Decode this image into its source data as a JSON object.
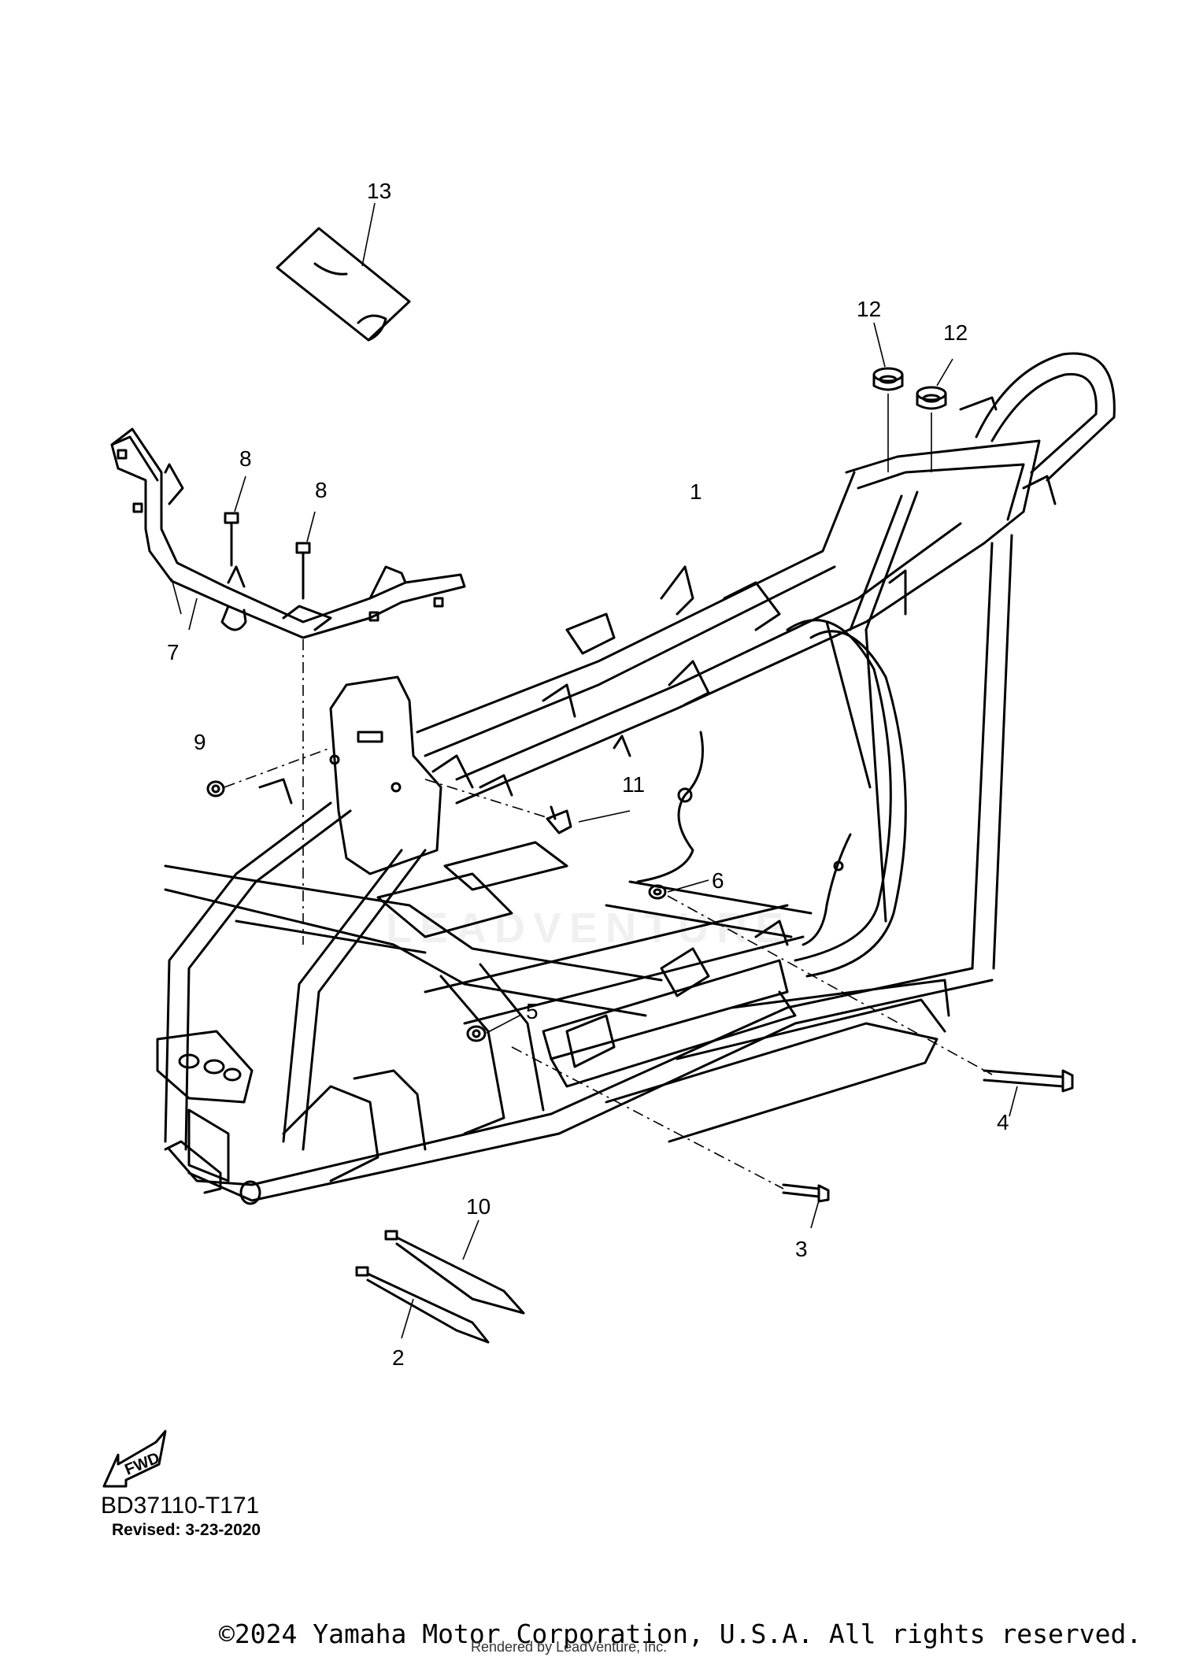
{
  "callouts": {
    "p1": "1",
    "p2": "2",
    "p3": "3",
    "p4": "4",
    "p5": "5",
    "p6": "6",
    "p7": "7",
    "p8a": "8",
    "p8b": "8",
    "p9": "9",
    "p10": "10",
    "p11": "11",
    "p12a": "12",
    "p12b": "12",
    "p13": "13"
  },
  "fwd_label": "FWD",
  "diagram_code": "BD37110-T171",
  "revised": "Revised: 3-23-2020",
  "copyright": "©2024 Yamaha Motor Corporation, U.S.A. All rights reserved.",
  "rendered_by": "Rendered by LeadVenture, Inc.",
  "watermark": "LEADVENTURE",
  "colors": {
    "line": "#000000",
    "background": "#ffffff",
    "watermark": "#eeeeee"
  }
}
